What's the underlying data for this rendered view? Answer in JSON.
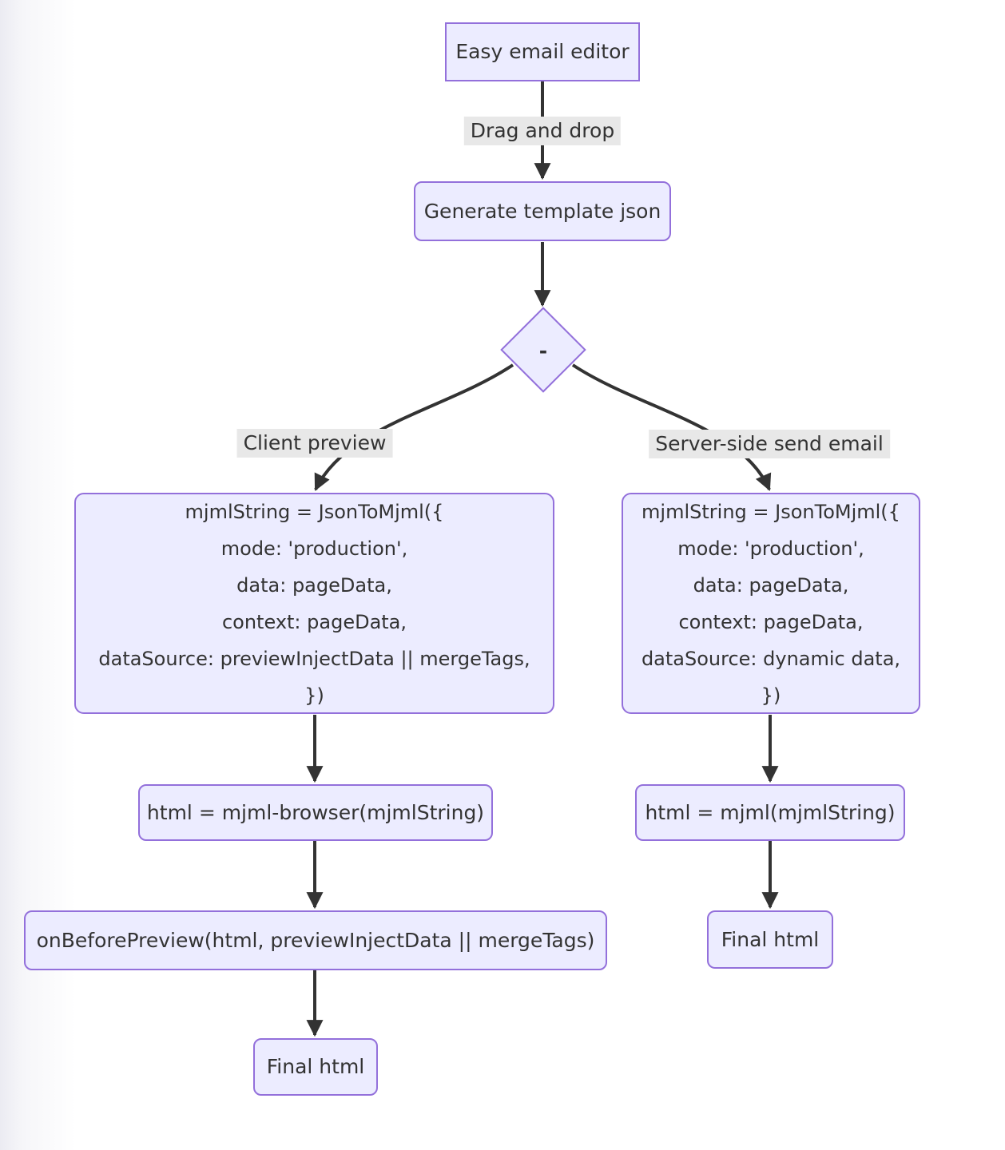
{
  "diagram": {
    "colors": {
      "node_fill": "#ECECFF",
      "node_border": "#9370DB",
      "edge_color": "#333333",
      "text_color": "#333333",
      "edge_label_bg": "#e8e8e8",
      "background": "#ffffff"
    },
    "nodes": {
      "easy_editor": "Easy email editor",
      "generate_json": "Generate template json",
      "decision": "-",
      "client_jsontomjml": {
        "lines": [
          "mjmlString = JsonToMjml({",
          "mode: 'production',",
          "data: pageData,",
          "context: pageData,",
          "dataSource: previewInjectData || mergeTags,",
          "})"
        ]
      },
      "server_jsontomjml": {
        "lines": [
          "mjmlString = JsonToMjml({",
          "mode: 'production',",
          "data: pageData,",
          "context: pageData,",
          "dataSource: dynamic data,",
          "})"
        ]
      },
      "mjml_browser": "html = mjml-browser(mjmlString)",
      "on_before_preview": "onBeforePreview(html, previewInjectData || mergeTags)",
      "final_html_client": "Final html",
      "mjml_server": "html = mjml(mjmlString)",
      "final_html_server": "Final html"
    },
    "edge_labels": {
      "drag_drop": "Drag and drop",
      "client_preview": "Client preview",
      "server_send": "Server-side send email"
    }
  }
}
